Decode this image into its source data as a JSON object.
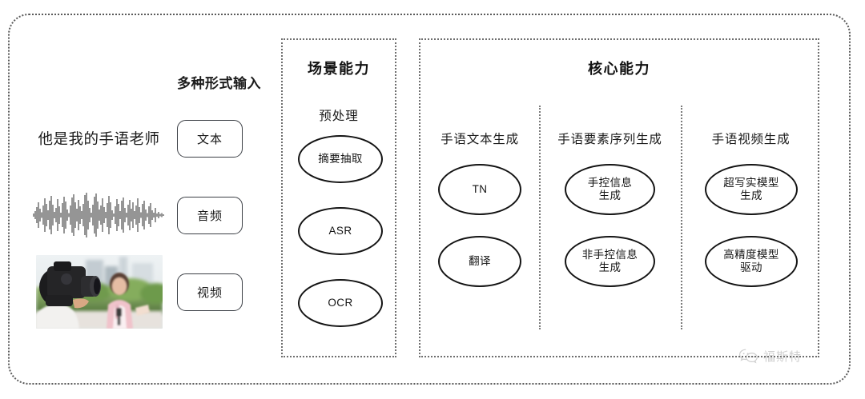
{
  "diagram": {
    "input_panel": {
      "heading": "多种形式输入",
      "rows": [
        {
          "sample_kind": "text-sample",
          "sample_text": "他是我的手语老师",
          "chip_label": "文本"
        },
        {
          "sample_kind": "audio-waveform",
          "sample_text": "",
          "chip_label": "音频"
        },
        {
          "sample_kind": "video-thumbnail",
          "sample_text": "",
          "chip_label": "视频"
        }
      ]
    },
    "scene_section": {
      "title": "场景能力",
      "subtitle": "预处理",
      "nodes": [
        {
          "label": "摘要抽取"
        },
        {
          "label": "ASR"
        },
        {
          "label": "OCR"
        }
      ]
    },
    "core_section": {
      "title": "核心能力",
      "columns": [
        {
          "label": "手语文本生成",
          "nodes": [
            {
              "line1": "TN",
              "line2": ""
            },
            {
              "line1": "翻译",
              "line2": ""
            }
          ]
        },
        {
          "label": "手语要素序列生成",
          "nodes": [
            {
              "line1": "手控信息",
              "line2": "生成"
            },
            {
              "line1": "非手控信息",
              "line2": "生成"
            }
          ]
        },
        {
          "label": "手语视频生成",
          "nodes": [
            {
              "line1": "超写实模型",
              "line2": "生成"
            },
            {
              "line1": "高精度模型",
              "line2": "驱动"
            }
          ]
        }
      ]
    },
    "watermark": {
      "icon": "wechat-icon",
      "label": "福斯特"
    },
    "colors": {
      "frame_border": "#5a5a5a",
      "section_border": "#6e6e6e",
      "node_stroke": "#141414",
      "text": "#1b1b1b",
      "watermark": "#8d8d8d"
    }
  }
}
